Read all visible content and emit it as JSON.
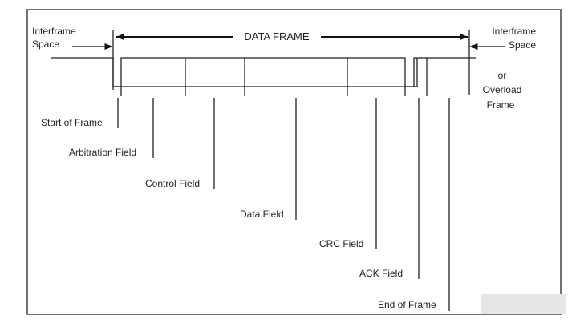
{
  "diagram": {
    "left_label": [
      "Interframe",
      "Space"
    ],
    "right_label": [
      "Interframe",
      "Space"
    ],
    "right_alt_label": [
      "or",
      "Overload",
      "Frame"
    ],
    "frame_label": "DATA FRAME",
    "fields": [
      {
        "id": "start-of-frame",
        "label": "Start of Frame"
      },
      {
        "id": "arbitration-field",
        "label": "Arbitration Field"
      },
      {
        "id": "control-field",
        "label": "Control Field"
      },
      {
        "id": "data-field",
        "label": "Data Field"
      },
      {
        "id": "crc-field",
        "label": "CRC Field"
      },
      {
        "id": "ack-field",
        "label": "ACK Field"
      },
      {
        "id": "end-of-frame",
        "label": "End of Frame"
      }
    ],
    "colors": {
      "line": "#222222",
      "border": "#444444",
      "background": "#ffffff"
    }
  }
}
